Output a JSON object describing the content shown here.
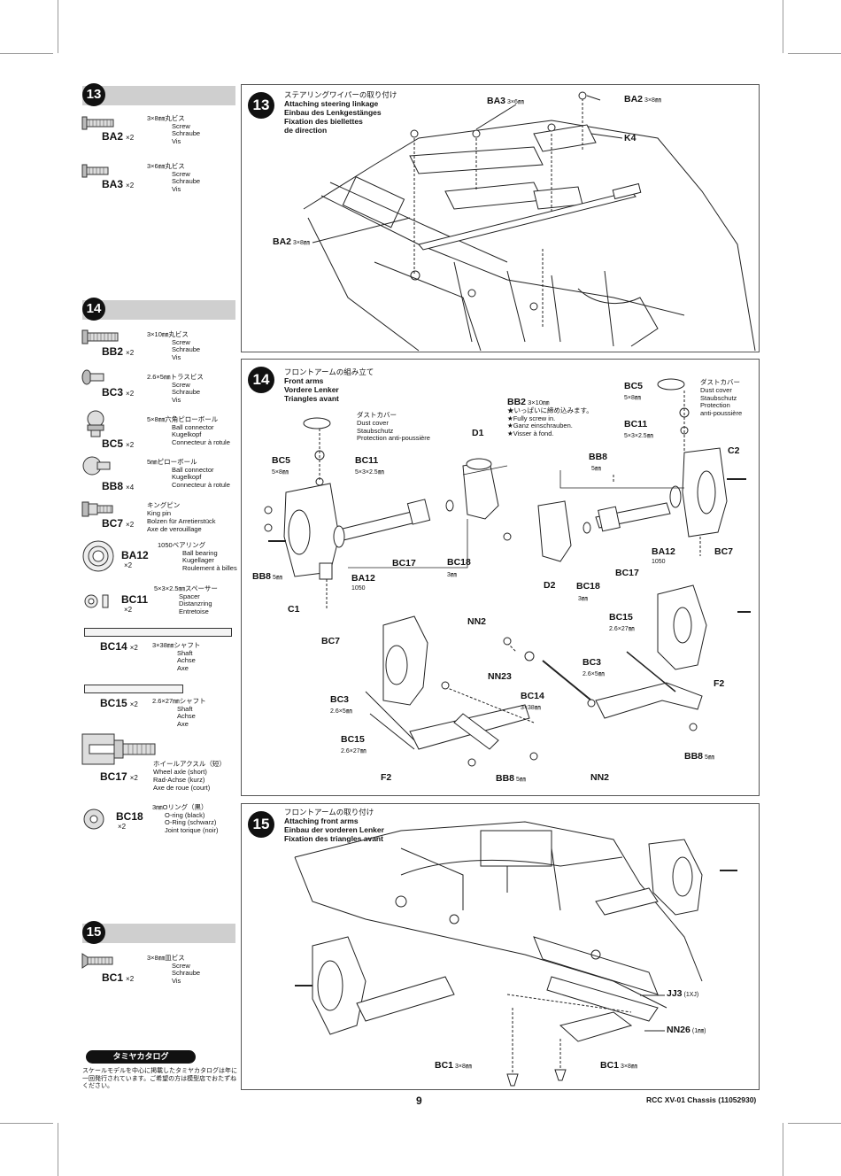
{
  "page_number": "9",
  "document_ref": "RCC XV-01 Chassis (11052930)",
  "sidebar": {
    "step13": {
      "num": "13",
      "parts": [
        {
          "code": "BA2",
          "qty": "×2",
          "ja": "3×8㎜丸ビス",
          "en": "Screw",
          "de": "Schraube",
          "fr": "Vis"
        },
        {
          "code": "BA3",
          "qty": "×2",
          "ja": "3×6㎜丸ビス",
          "en": "Screw",
          "de": "Schraube",
          "fr": "Vis"
        }
      ]
    },
    "step14": {
      "num": "14",
      "parts": [
        {
          "code": "BB2",
          "qty": "×2",
          "ja": "3×10㎜丸ビス",
          "en": "Screw",
          "de": "Schraube",
          "fr": "Vis"
        },
        {
          "code": "BC3",
          "qty": "×2",
          "ja": "2.6×5㎜トラスビス",
          "en": "Screw",
          "de": "Schraube",
          "fr": "Vis"
        },
        {
          "code": "BC5",
          "qty": "×2",
          "ja": "5×8㎜六角ピローボール",
          "en": "Ball connector",
          "de": "Kugelkopf",
          "fr": "Connecteur à rotule"
        },
        {
          "code": "BB8",
          "qty": "×4",
          "ja": "5㎜ピローボール",
          "en": "Ball connector",
          "de": "Kugelkopf",
          "fr": "Connecteur à rotule"
        },
        {
          "code": "BC7",
          "qty": "×2",
          "ja": "キングピン",
          "en": "King pin",
          "de": "Bolzen für Arretierstück",
          "fr": "Axe de verouillage"
        },
        {
          "code": "BA12",
          "qty": "×2",
          "ja": "1050ベアリング",
          "en": "Ball bearing",
          "de": "Kugellager",
          "fr": "Roulement à billes"
        },
        {
          "code": "BC11",
          "qty": "×2",
          "ja": "5×3×2.5㎜スペーサー",
          "en": "Spacer",
          "de": "Distanzring",
          "fr": "Entretoise"
        },
        {
          "code": "BC14",
          "qty": "×2",
          "ja": "3×38㎜シャフト",
          "en": "Shaft",
          "de": "Achse",
          "fr": "Axe"
        },
        {
          "code": "BC15",
          "qty": "×2",
          "ja": "2.6×27㎜シャフト",
          "en": "Shaft",
          "de": "Achse",
          "fr": "Axe"
        },
        {
          "code": "BC17",
          "qty": "×2",
          "ja": "ホイールアクスル（短）",
          "en": "Wheel axle (short)",
          "de": "Rad-Achse (kurz)",
          "fr": "Axe de roue (court)"
        },
        {
          "code": "BC18",
          "qty": "×2",
          "ja": "3㎜Oリング（黒）",
          "en": "O-ring (black)",
          "de": "O-Ring (schwarz)",
          "fr": "Joint torique (noir)"
        }
      ]
    },
    "step15": {
      "num": "15",
      "parts": [
        {
          "code": "BC1",
          "qty": "×2",
          "ja": "3×8㎜皿ビス",
          "en": "Screw",
          "de": "Schraube",
          "fr": "Vis"
        }
      ]
    },
    "catalog": {
      "badge": "タミヤカタログ",
      "text": "スケールモデルを中心に掲載したタミヤカタログは年に一回発行されています。ご希望の方は模型店でおたずねください。"
    }
  },
  "panel13": {
    "num": "13",
    "title_ja": "ステアリングワイパーの取り付け",
    "title_en": "Attaching steering linkage",
    "title_de": "Einbau des Lenkgestänges",
    "title_fr": "Fixation des biellettes",
    "title_fr2": "de direction",
    "labels": {
      "ba3": "BA3",
      "ba3_size": "3×6㎜",
      "ba2_top": "BA2",
      "ba2_top_size": "3×8㎜",
      "k4": "K4",
      "ba2_left": "BA2",
      "ba2_left_size": "3×8㎜"
    }
  },
  "panel14": {
    "num": "14",
    "title_ja": "フロントアームの組み立て",
    "title_en": "Front arms",
    "title_de": "Vordere Lenker",
    "title_fr": "Triangles avant",
    "dust_left": {
      "ja": "ダストカバー",
      "en": "Dust cover",
      "de": "Staubschutz",
      "fr": "Protection anti-poussière"
    },
    "dust_right": {
      "ja": "ダストカバー",
      "en": "Dust cover",
      "de": "Staubschutz",
      "fr": "Protection",
      "fr2": "anti-poussière"
    },
    "bb2_note": {
      "code": "BB2",
      "size": "3×10㎜",
      "l1": "★いっぱいに締め込みます。",
      "l2": "★Fully screw in.",
      "l3": "★Ganz einschrauben.",
      "l4": "★Visser à fond."
    },
    "labels": {
      "bc5_l": "BC5",
      "bc5_l_size": "5×8㎜",
      "bc11_l": "BC11",
      "bc11_l_size": "5×3×2.5㎜",
      "d1": "D1",
      "bb8_l": "BB8",
      "bb8_l_size": "5㎜",
      "ba12_l": "BA12",
      "ba12_l_size": "1050",
      "bc17_l": "BC17",
      "bc18_l": "BC18",
      "bc18_l_size": "3㎜",
      "c1": "C1",
      "bc7_l": "BC7",
      "bc5_r": "BC5",
      "bc5_r_size": "5×8㎜",
      "bc11_r": "BC11",
      "bc11_r_size": "5×3×2.5㎜",
      "bb8_r": "BB8",
      "bb8_r_size": "5㎜",
      "c2": "C2",
      "ba12_r": "BA12",
      "ba12_r_size": "1050",
      "bc7_r": "BC7",
      "bc17_r": "BC17",
      "d2": "D2",
      "bc18_r": "BC18",
      "bc18_r_size": "3㎜",
      "nn2_t": "NN2",
      "nn23": "NN23",
      "bc15_r": "BC15",
      "bc15_r_size": "2.6×27㎜",
      "bc3_r": "BC3",
      "bc3_r_size": "2.6×5㎜",
      "f2_r": "F2",
      "bc14": "BC14",
      "bc14_size": "3×38㎜",
      "bc3_l": "BC3",
      "bc3_l_size": "2.6×5㎜",
      "bc15_l": "BC15",
      "bc15_l_size": "2.6×27㎜",
      "f2_l": "F2",
      "bb8_b": "BB8",
      "bb8_b_size": "5㎜",
      "nn2_b": "NN2",
      "bb8_br": "BB8",
      "bb8_br_size": "5㎜"
    }
  },
  "panel15": {
    "num": "15",
    "title_ja": "フロントアームの取り付け",
    "title_en": "Attaching front arms",
    "title_de": "Einbau der vorderen Lenker",
    "title_fr": "Fixation des triangles avant",
    "labels": {
      "jj3": "JJ3",
      "jj3_size": "(1XJ)",
      "nn26": "NN26",
      "nn26_size": "(1㎜)",
      "bc1_l": "BC1",
      "bc1_l_size": "3×8㎜",
      "bc1_r": "BC1",
      "bc1_r_size": "3×8㎜"
    }
  }
}
